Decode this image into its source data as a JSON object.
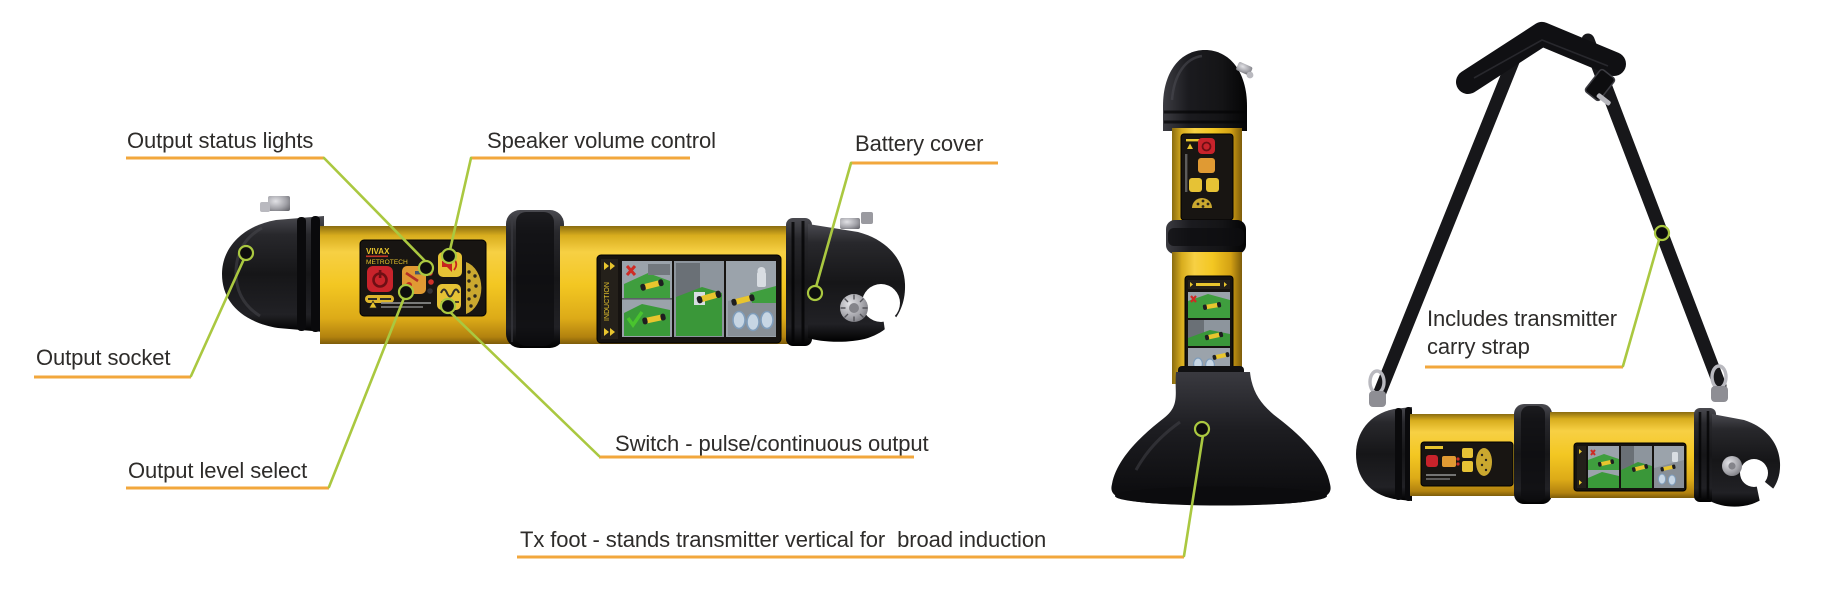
{
  "diagram": {
    "labels": {
      "output_status_lights": "Output status lights",
      "speaker_volume_control": "Speaker volume control",
      "battery_cover": "Battery cover",
      "output_socket": "Output socket",
      "output_level_select": "Output level select",
      "switch_pulse_continuous": "Switch - pulse/continuous output",
      "tx_foot": "Tx foot - stands transmitter vertical for  broad induction",
      "carry_strap": "Includes transmitter\ncarry strap"
    },
    "brand": {
      "line1": "VIVAX",
      "line2": "METROTECH"
    },
    "induction_strip_text": "INDUCTION",
    "colors": {
      "body_yellow": "#F3C722",
      "underline_orange": "#F2A73C",
      "callout_green": "#AAC840",
      "power_red": "#C8232B",
      "dark_housing": "#1A1A1C",
      "label_text": "#2E2C2A"
    }
  }
}
